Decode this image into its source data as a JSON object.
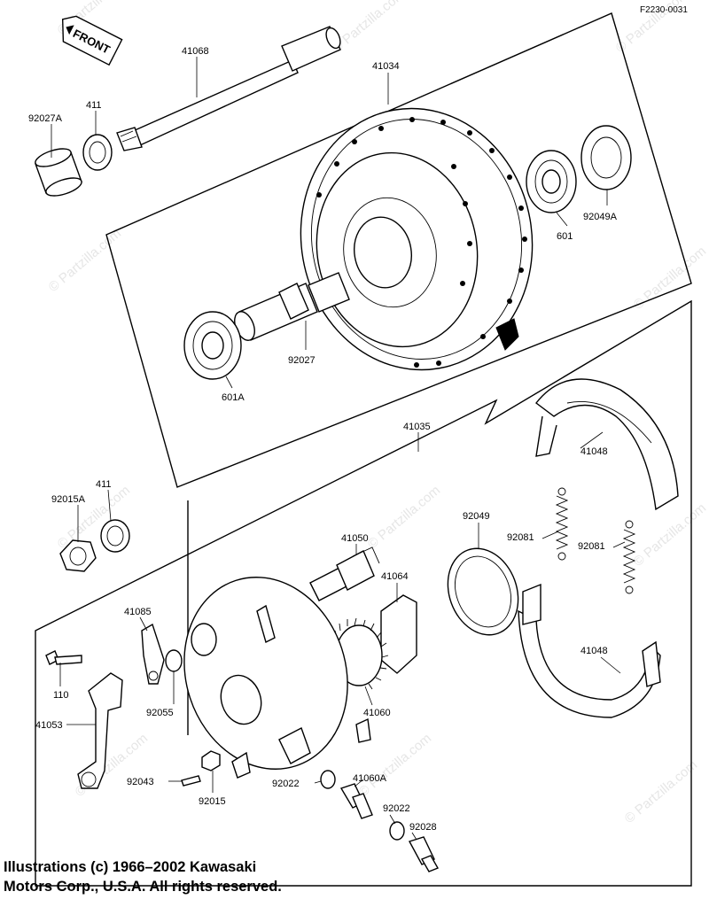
{
  "diagram_code": "F2230-0031",
  "front_tag": "FRONT",
  "watermark": "© Partzilla.com",
  "copyright": {
    "line1": "Illustrations (c) 1966–2002 Kawasaki",
    "line2": "Motors Corp., U.S.A.  All rights reserved."
  },
  "parts": {
    "p41068": "41068",
    "p41034": "41034",
    "p411_top": "411",
    "p92027A": "92027A",
    "p601": "601",
    "p92049A": "92049A",
    "p92027": "92027",
    "p601A": "601A",
    "p41035": "41035",
    "p41048_top": "41048",
    "p92015A": "92015A",
    "p411_bottom": "411",
    "p41050": "41050",
    "p41064": "41064",
    "p92049": "92049",
    "p92081_left": "92081",
    "p92081_right": "92081",
    "p41085": "41085",
    "p110": "110",
    "p92055": "92055",
    "p41053": "41053",
    "p41060": "41060",
    "p41048_bottom": "41048",
    "p92043": "92043",
    "p92015": "92015",
    "p92022_left": "92022",
    "p41060A": "41060A",
    "p92022_right": "92022",
    "p92028": "92028"
  }
}
